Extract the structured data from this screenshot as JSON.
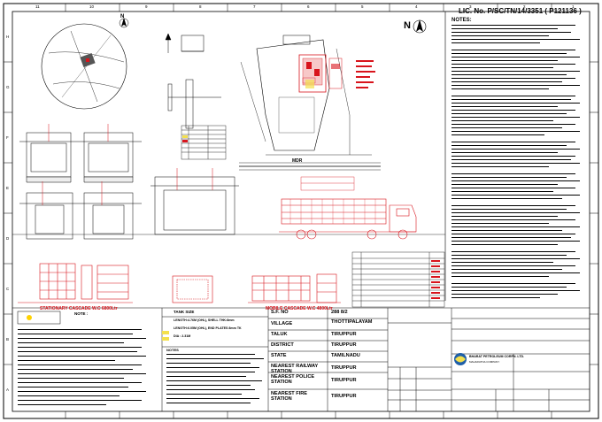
{
  "license": {
    "text": "LIC. No. P/SC/TN/14/3351 ( P121136 )"
  },
  "north": {
    "label": "N"
  },
  "notes_heading": {
    "text": "NOTES:"
  },
  "labels": {
    "stationary_cascade": "STATIONARY CASCADE W.C 6800Ltr",
    "mobile_cascade": "MOBILE CASCADE W.C 4800Ltr",
    "road": "MDR",
    "tank_size": "TANK SIZE",
    "tank_line1": "LENGTH:4.76M (OHL), SHELL THK:8mm",
    "tank_line2": "LENGTH:6.05M (OHL), END PLATES 8mm TK",
    "tank_line3": "DIA : 2.31M",
    "note_left": "NOTE :",
    "notes_bottom": "NOTES"
  },
  "site_info": {
    "sf_no_label": "S.F. NO",
    "sf_no_value": "288 8/2",
    "rows": [
      {
        "label": "VILLAGE",
        "value": "THOTTIPALAYAM"
      },
      {
        "label": "TALUK",
        "value": "TIRUPPUR"
      },
      {
        "label": "DISTRICT",
        "value": "TIRUPPUR"
      },
      {
        "label": "STATE",
        "value": "TAMILNADU"
      },
      {
        "label": "NEAREST RAILWAY STATION",
        "value": "TIRUPPUR"
      },
      {
        "label": "NEAREST POLICE STATION",
        "value": "TIRUPPUR"
      },
      {
        "label": "NEAREST FIRE STATION",
        "value": "TIRUPPUR"
      }
    ]
  },
  "company": {
    "name": "BHARAT PETROLEUM CORPN. LTD.",
    "sub": "MAHARATNA COMPANY"
  },
  "grid": {
    "top": [
      "11",
      "10",
      "9",
      "8",
      "7",
      "6",
      "5",
      "4",
      "3",
      "2",
      "1"
    ],
    "left": [
      "H",
      "G",
      "F",
      "E",
      "D",
      "C",
      "B",
      "A"
    ]
  },
  "colors": {
    "accent": "#d8141c",
    "ink": "#000000"
  }
}
